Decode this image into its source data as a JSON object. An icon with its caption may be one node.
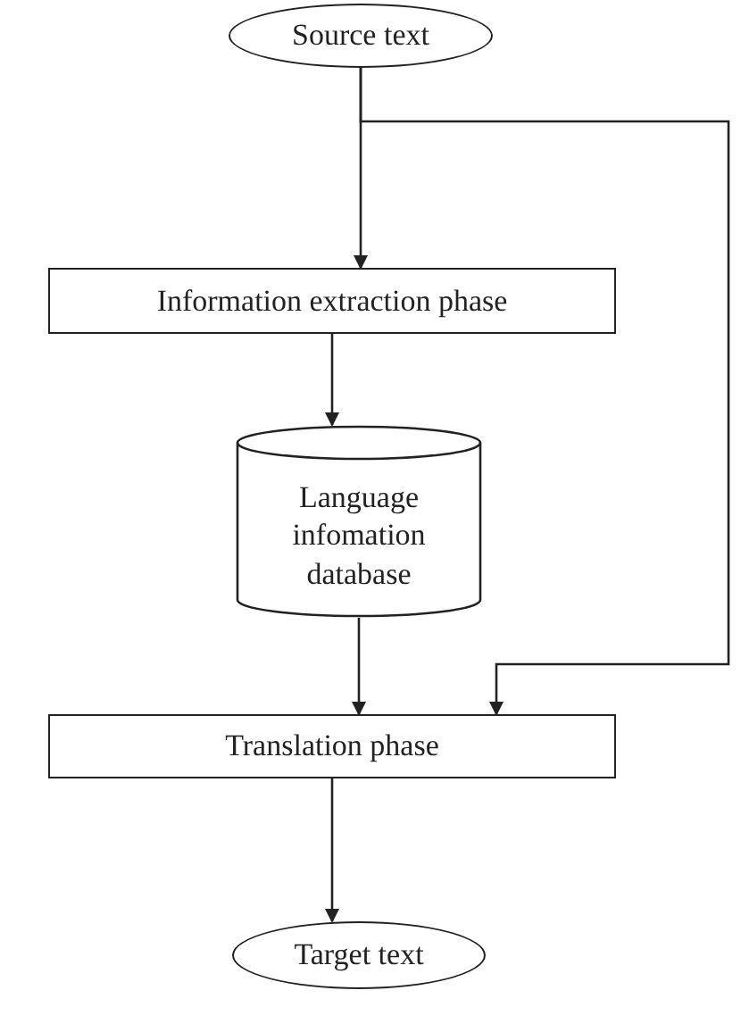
{
  "diagram": {
    "nodes": [
      {
        "text": [
          "Source text"
        ]
      },
      {
        "text": [
          "Information extraction phase"
        ]
      },
      {
        "text": [
          "Language infomation database"
        ]
      },
      {
        "text": [
          "Translation phase"
        ]
      },
      {
        "text": [
          "Target text"
        ]
      }
    ],
    "edges": [
      {
        "from": 0,
        "to": 1,
        "arrow": "to"
      },
      {
        "from": 1,
        "to": 2,
        "arrow": "to"
      },
      {
        "from": 2,
        "to": 3,
        "arrow": "to"
      },
      {
        "from": 0,
        "to": 3,
        "arrow": "to"
      },
      {
        "from": 3,
        "to": 4,
        "arrow": "to"
      }
    ]
  }
}
